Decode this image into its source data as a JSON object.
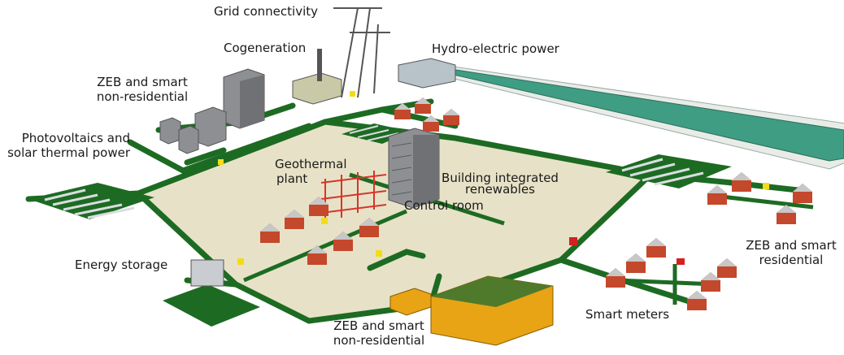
{
  "labels": {
    "grid": "Grid connectivity",
    "cogeneration": "Cogeneration",
    "hydro": "Hydro-electric power",
    "zeb_nonres_top_1": "ZEB and smart",
    "zeb_nonres_top_2": "non-residential",
    "pv_1": "Photovoltaics and",
    "pv_2": "solar thermal power",
    "geo_1": "Geothermal",
    "geo_2": "plant",
    "bir_1": "Building integrated",
    "bir_2": "renewables",
    "control_room": "Control room",
    "zeb_res_1": "ZEB and smart",
    "zeb_res_2": "residential",
    "energy_storage": "Energy storage",
    "smart_meters": "Smart meters",
    "zeb_nonres_bottom_1": "ZEB and smart",
    "zeb_nonres_bottom_2": "non-residential"
  },
  "colors": {
    "ground": "#e7e2c7",
    "road": "#1d6b23",
    "house_wall": "#c4482b",
    "house_roof": "#c7c7c7",
    "tower": "#8d8f93",
    "water": "#3f9d84",
    "meter_red": "#d42020",
    "meter_yellow": "#f2dc1a",
    "industrial": "#e8a415"
  }
}
